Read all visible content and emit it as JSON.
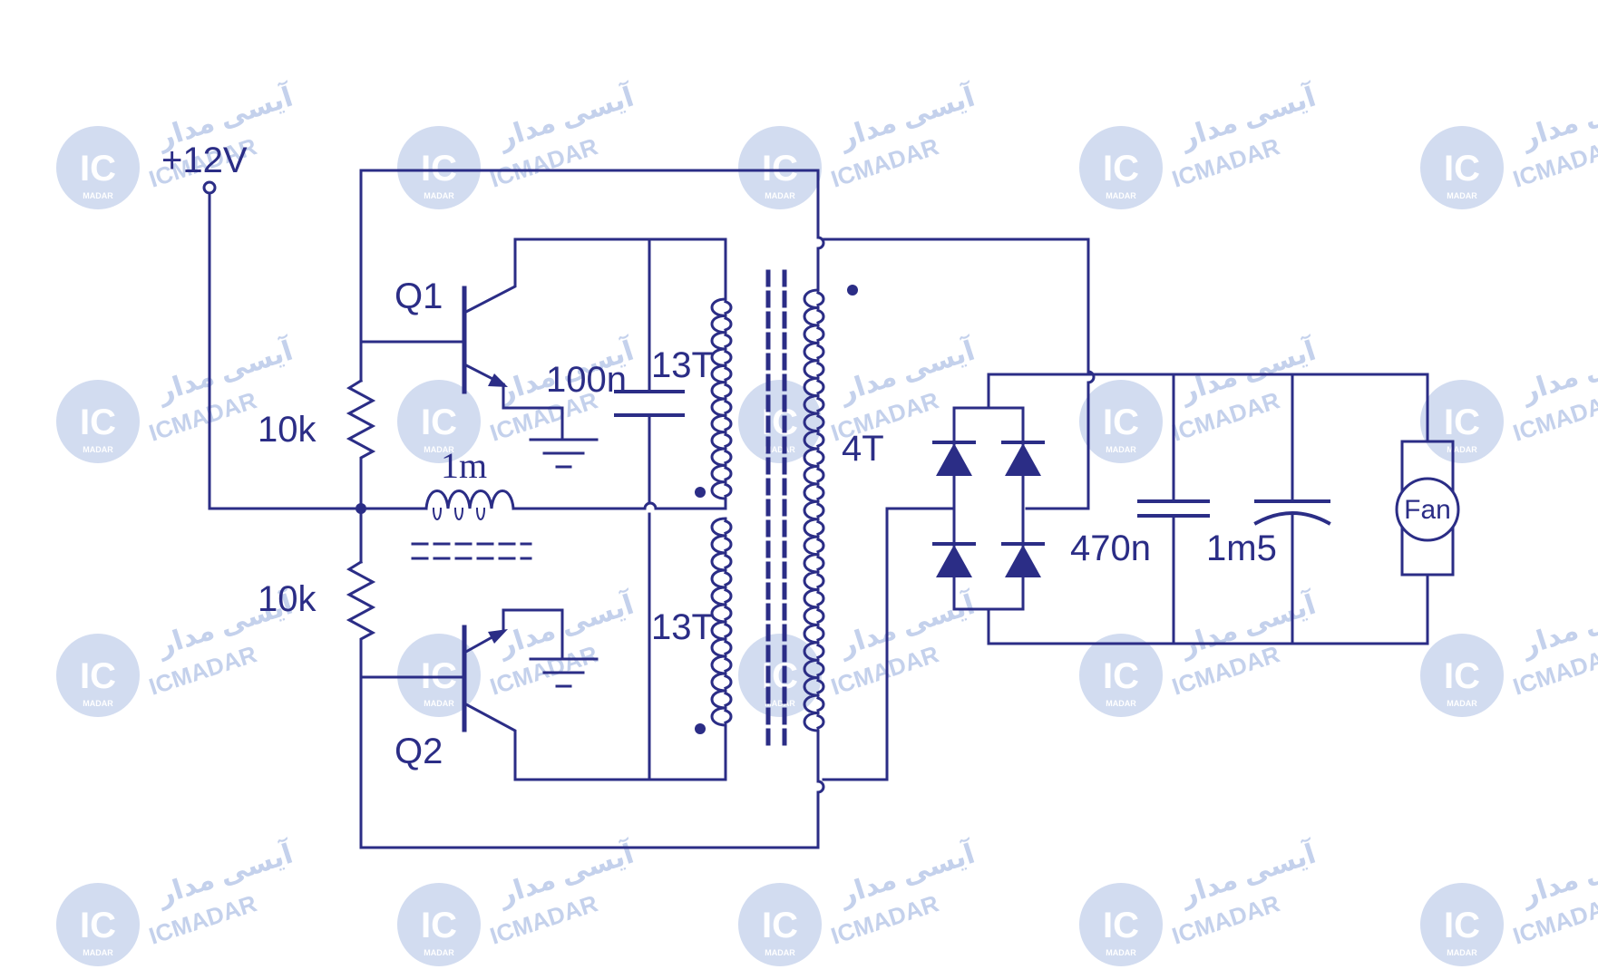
{
  "colors": {
    "ink": "#2b2d86",
    "watermark": "#d2dcf0",
    "watermark_text": "#c4d1ec",
    "background": "#ffffff"
  },
  "labels": {
    "supply": "+12V",
    "q1": "Q1",
    "q2": "Q2",
    "r_top": "10k",
    "r_bottom": "10k",
    "inductor": "1m",
    "cap_tank": "100n",
    "turns_top": "13T",
    "turns_bottom": "13T",
    "turns_secondary": "4T",
    "cap_470n": "470n",
    "cap_1m5": "1m5",
    "fan": "Fan"
  },
  "watermark": {
    "logo": "IC",
    "logo_sub": "MADAR",
    "brand_fa": "آیسی مدار",
    "brand_en": "ICMADAR"
  }
}
